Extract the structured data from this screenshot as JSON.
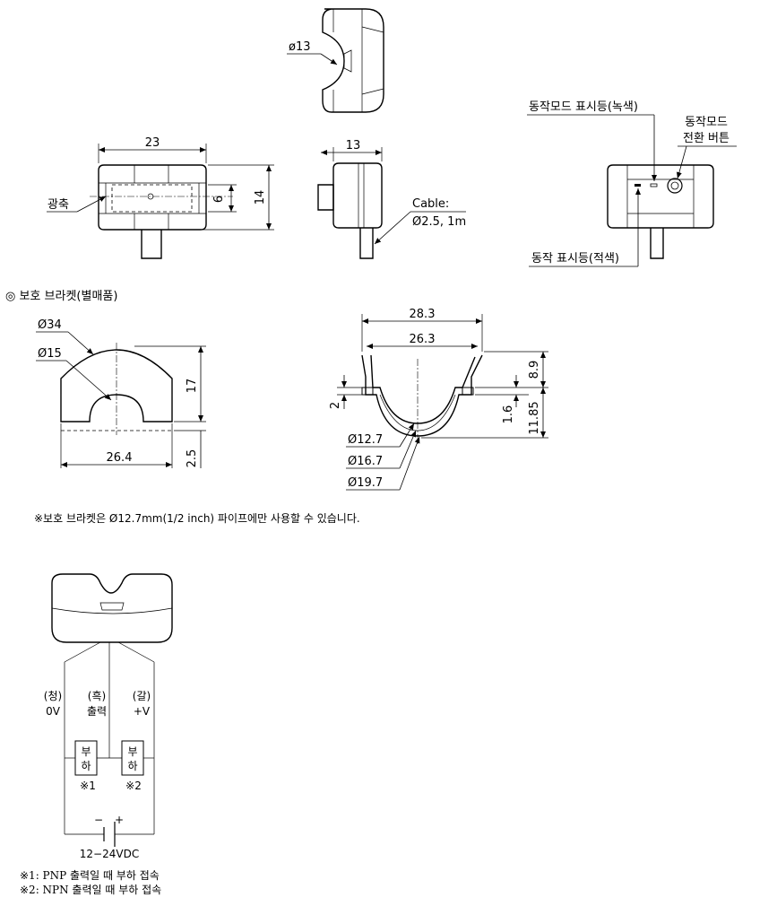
{
  "top_view": {
    "dia_label": "ø13"
  },
  "front_view": {
    "width_label": "23",
    "height_label": "14",
    "slot_label": "6",
    "optical_axis_label": "광축"
  },
  "side_view": {
    "depth_label": "13",
    "cable_line1": "Cable:",
    "cable_line2": "Ø2.5, 1m"
  },
  "indicator_view": {
    "mode_led_label": "동작모드 표시등(녹색)",
    "mode_switch_line1": "동작모드",
    "mode_switch_line2": "전환 버튼",
    "op_led_label": "동작 표시등(적색)"
  },
  "bracket": {
    "section_title": "◎ 보호 브라켓(별매품)",
    "d34": "Ø34",
    "d15": "Ø15",
    "h17": "17",
    "w264": "26.4",
    "h25": "2.5",
    "w283": "28.3",
    "w263": "26.3",
    "h89": "8.9",
    "h2": "2",
    "h16": "1.6",
    "h1185": "11.85",
    "d127": "Ø12.7",
    "d167": "Ø16.7",
    "d197": "Ø19.7",
    "note": "※보호 브라켓은 Ø12.7mm(1/2 inch) 파이프에만 사용할 수 있습니다."
  },
  "circuit": {
    "wire_blue_color": "(청)",
    "wire_blue_name": "0V",
    "wire_black_color": "(흑)",
    "wire_black_name": "출력",
    "wire_brown_color": "(갈)",
    "wire_brown_name": "+V",
    "load1_line1": "부",
    "load1_line2": "하",
    "load2_line1": "부",
    "load2_line2": "하",
    "mark1": "※1",
    "mark2": "※2",
    "battery_minus": "−",
    "battery_plus": "+",
    "supply_label": "12−24VDC",
    "note1": "※1: PNP 출력일 때 부하 접속",
    "note2": "※2: NPN 출력일 때 부하 접속"
  }
}
